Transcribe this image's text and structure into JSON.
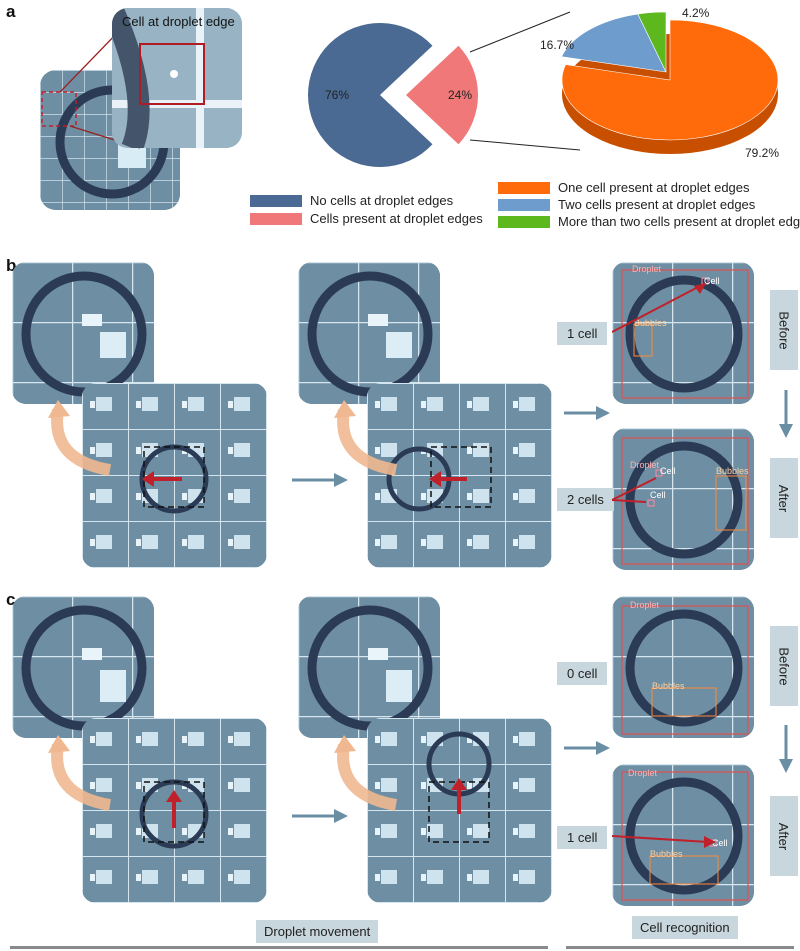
{
  "panels": {
    "a": "a",
    "b": "b",
    "c": "c"
  },
  "zoom_label": "Cell at droplet edge",
  "chart_data": [
    {
      "type": "pie",
      "categories": [
        "No cells at droplet edges",
        "Cells present at droplet edges"
      ],
      "values": [
        76,
        24
      ],
      "labels": [
        "76%",
        "24%"
      ],
      "colors": [
        "#4a6a93",
        "#f07878"
      ]
    },
    {
      "type": "pie",
      "categories": [
        "One cell present at droplet edges",
        "Two cells present at droplet edges",
        "More than two cells present at droplet edges"
      ],
      "values": [
        79.2,
        16.7,
        4.2
      ],
      "labels": [
        "79.2%",
        "16.7%",
        "4.2%"
      ],
      "colors": [
        "#ff6a0a",
        "#6e9ccc",
        "#5cb81c"
      ]
    }
  ],
  "legend_left": [
    {
      "label": "No cells at droplet edges",
      "color": "#4a6a93"
    },
    {
      "label": "Cells present at droplet edges",
      "color": "#f07878"
    }
  ],
  "legend_right": [
    {
      "label": "One cell present at droplet edges",
      "color": "#ff6a0a"
    },
    {
      "label": "Two cells present at droplet edges",
      "color": "#6e9ccc"
    },
    {
      "label": "More than two cells present at droplet edges",
      "color": "#5cb81c"
    }
  ],
  "overlay": {
    "droplet": "Droplet",
    "cell": "Cell",
    "bubbles": "Bubbles"
  },
  "counts": {
    "b_before": "1 cell",
    "b_after": "2 cells",
    "c_before": "0 cell",
    "c_after": "1 cell"
  },
  "states": {
    "before": "Before",
    "after": "After"
  },
  "captions": {
    "movement": "Droplet movement",
    "recognition": "Cell recognition"
  },
  "colors": {
    "chip": "#6e8fa3",
    "droplet_ring": "#2b3b55",
    "arrow": "#c0202a",
    "swoosh": "#f0b890",
    "flow_arrow": "#6a8ea3",
    "box": "#e05050",
    "bubble": "#ff8a3a"
  }
}
